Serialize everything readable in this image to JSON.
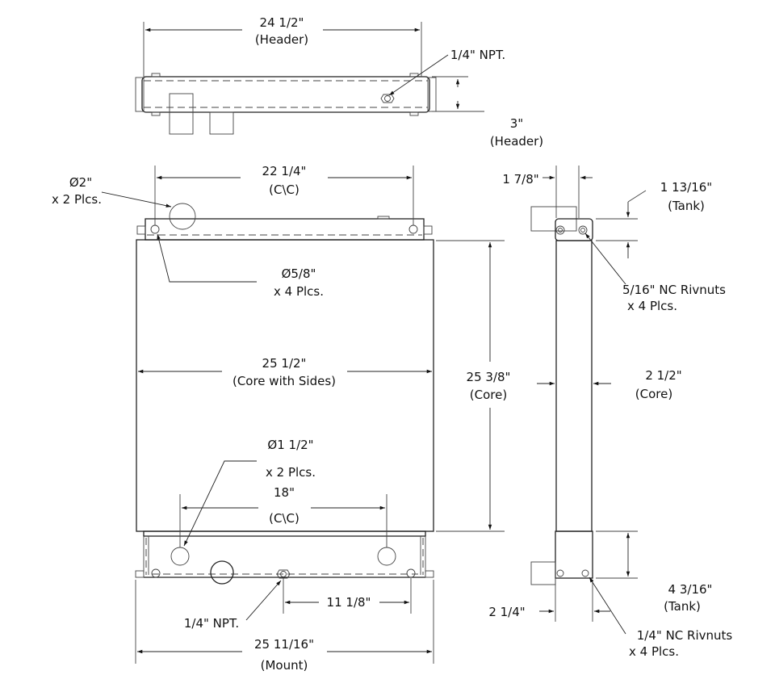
{
  "top_view": {
    "width_value": "24 1/2\"",
    "width_note": "(Header)",
    "port_label": "1/4\" NPT.",
    "height_value": "3\"",
    "height_note": "(Header)"
  },
  "front_view": {
    "top_port_dia": "Ø2\"",
    "top_port_qty": "x 2 Plcs.",
    "top_cc_value": "22 1/4\"",
    "top_cc_note": "(C\\C)",
    "mount_hole_dia": "Ø5/8\"",
    "mount_hole_qty": "x 4 Plcs.",
    "core_width_value": "25 1/2\"",
    "core_width_note": "(Core with Sides)",
    "core_height_value": "25 3/8\"",
    "core_height_note": "(Core)",
    "bottom_port_dia": "Ø1 1/2\"",
    "bottom_port_qty": "x 2 Plcs.",
    "bottom_cc_value": "18\"",
    "bottom_cc_note": "(C\\C)",
    "npt_label": "1/4\" NPT.",
    "npt_offset_value": "11 1/8\"",
    "mount_width_value": "25 11/16\"",
    "mount_width_note": "(Mount)"
  },
  "side_view": {
    "top_offset_value": "1 7/8\"",
    "top_tank_value": "1 13/16\"",
    "top_tank_note": "(Tank)",
    "top_rivnut_label": "5/16\" NC Rivnuts",
    "top_rivnut_qty": "x 4 Plcs.",
    "core_depth_value": "2 1/2\"",
    "core_depth_note": "(Core)",
    "bottom_tank_value": "4 3/16\"",
    "bottom_tank_note": "(Tank)",
    "bottom_offset_value": "2 1/4\"",
    "bottom_rivnut_label": "1/4\" NC Rivnuts",
    "bottom_rivnut_qty": "x 4 Plcs."
  }
}
